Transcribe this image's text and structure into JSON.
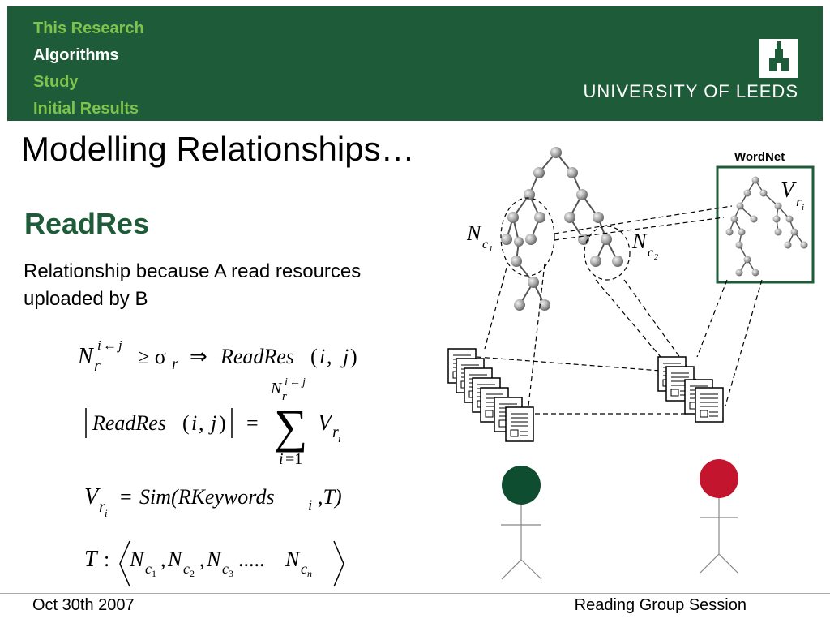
{
  "nav": {
    "items": [
      "This Research",
      "Algorithms",
      "Study",
      "Initial Results"
    ],
    "active": "Algorithms"
  },
  "brand": {
    "university": "UNIVERSITY OF LEEDS"
  },
  "slide": {
    "title": "Modelling Relationships…",
    "subtitle": "ReadRes",
    "description": "Relationship because A read resources uploaded by B"
  },
  "diagram": {
    "wordnet_label": "WordNet",
    "cluster_labels": [
      "N",
      "N"
    ],
    "vector_label": "V"
  },
  "footer": {
    "date": "Oct 30th 2007",
    "session": "Reading Group Session"
  },
  "colors": {
    "header": "#1e5b38",
    "nav_inactive": "#7ec34b",
    "user_a": "#0f4d30",
    "user_b": "#c4152f"
  }
}
